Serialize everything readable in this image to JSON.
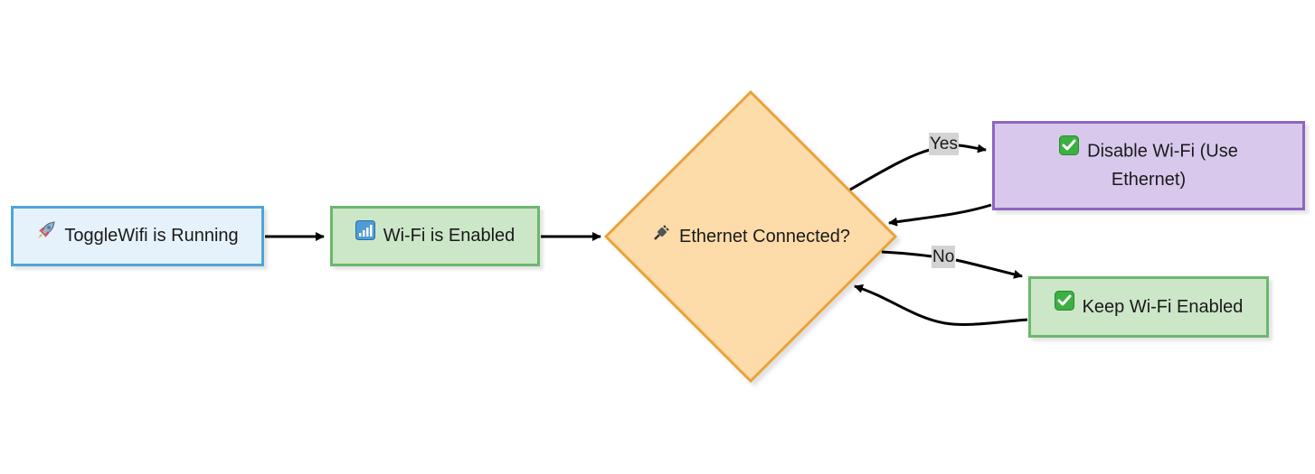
{
  "nodes": {
    "start": {
      "label": "ToggleWifi is Running",
      "icon": "rocket-icon"
    },
    "wifi": {
      "label": "Wi-Fi is Enabled",
      "icon": "signal-bars-icon"
    },
    "decision": {
      "label": "Ethernet Connected?",
      "icon": "plug-icon"
    },
    "disable": {
      "label": "Disable Wi-Fi (Use Ethernet)",
      "icon": "check-mark-icon"
    },
    "keep": {
      "label": "Keep Wi-Fi Enabled",
      "icon": "check-mark-icon"
    }
  },
  "edges": {
    "yes_label": "Yes",
    "no_label": "No"
  },
  "colors": {
    "start_fill": "#e6f2fb",
    "start_stroke": "#4ea4d9",
    "green_fill": "#cce6c8",
    "green_stroke": "#6bb86b",
    "decision_fill": "#fddcaa",
    "decision_stroke": "#e9a23b",
    "purple_fill": "#d8c9ec",
    "purple_stroke": "#8e66c1",
    "edge_label_bg": "#d3d3d3"
  }
}
